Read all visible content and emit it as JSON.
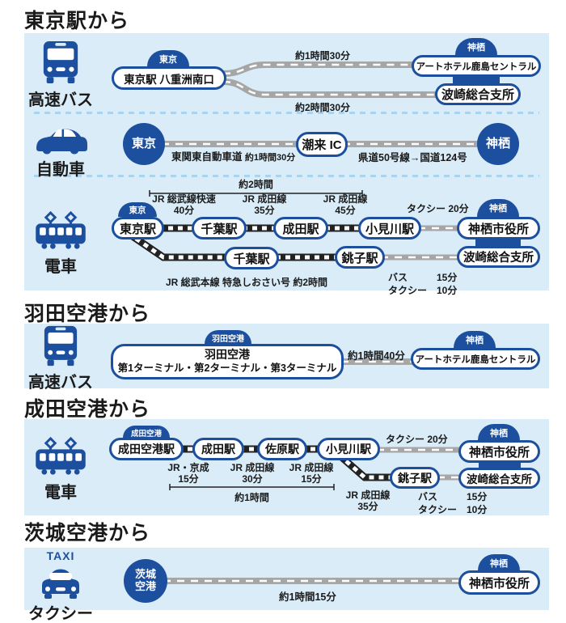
{
  "colors": {
    "blue": "#1d4f9f",
    "panel": "#d9ecf8",
    "road": "#a6a6a6",
    "rail": "#222222",
    "text": "#1a1a1a"
  },
  "tokyo": {
    "heading": "東京駅から",
    "bus": {
      "mode": "高速バス",
      "origin_badge": "東京",
      "origin": "東京駅 八重洲南口",
      "time_top": "約1時間30分",
      "time_bottom": "約2時間30分",
      "dest_badge": "神栖",
      "dest_top": "アートホテル鹿島セントラル",
      "dest_bottom": "波崎総合支所"
    },
    "car": {
      "mode": "自動車",
      "origin": "東京",
      "seg1_road": "東関東自動車道",
      "seg1_time": "約1時間30分",
      "via": "潮来 IC",
      "seg2_road": "県道50号線→国道124号",
      "dest": "神栖"
    },
    "train": {
      "mode": "電車",
      "bracket": "約2時間",
      "origin_badge": "東京",
      "origin": "東京駅",
      "seg1_line": "JR 総武線快速",
      "seg1_time": "40分",
      "stop1": "千葉駅",
      "seg2_line": "JR 成田線",
      "seg2_time": "35分",
      "stop2": "成田駅",
      "seg3_line": "JR 成田線",
      "seg3_time": "45分",
      "stop3": "小見川駅",
      "taxi_label": "タクシー 20分",
      "dest_badge": "神栖",
      "dest_top": "神栖市役所",
      "branch_stop1": "千葉駅",
      "branch_line": "JR 総武本線  特急しおさい号  約2時間",
      "branch_stop2": "銚子駅",
      "bus_row_label": "バス",
      "bus_row_time": "15分",
      "taxi_row_label": "タクシー",
      "taxi_row_time": "10分",
      "dest_bottom": "波崎総合支所"
    }
  },
  "haneda": {
    "heading": "羽田空港から",
    "bus": {
      "mode": "高速バス",
      "origin_badge": "羽田空港",
      "origin_line1": "羽田空港",
      "origin_line2": "第1ターミナル・第2ターミナル・第3ターミナル",
      "time": "約1時間40分",
      "dest_badge": "神栖",
      "dest": "アートホテル鹿島セントラル"
    }
  },
  "narita": {
    "heading": "成田空港から",
    "train": {
      "mode": "電車",
      "origin_badge": "成田空港",
      "origin": "成田空港駅",
      "seg1_line": "JR・京成",
      "seg1_time": "15分",
      "stop1": "成田駅",
      "seg2_line": "JR 成田線",
      "seg2_time": "30分",
      "stop2": "佐原駅",
      "seg3_line": "JR 成田線",
      "seg3_time": "15分",
      "stop3": "小見川駅",
      "bracket": "約1時間",
      "taxi_label": "タクシー 20分",
      "dest_badge": "神栖",
      "dest_top": "神栖市役所",
      "branch_line": "JR 成田線",
      "branch_time": "35分",
      "branch_stop": "銚子駅",
      "bus_row_label": "バス",
      "bus_row_time": "15分",
      "taxi_row_label": "タクシー",
      "taxi_row_time": "10分",
      "dest_bottom": "波崎総合支所"
    }
  },
  "ibaraki": {
    "heading": "茨城空港から",
    "taxi": {
      "mode": "タクシー",
      "sign": "TAXI",
      "origin_line1": "茨城",
      "origin_line2": "空港",
      "time": "約1時間15分",
      "dest_badge": "神栖",
      "dest": "神栖市役所"
    }
  }
}
